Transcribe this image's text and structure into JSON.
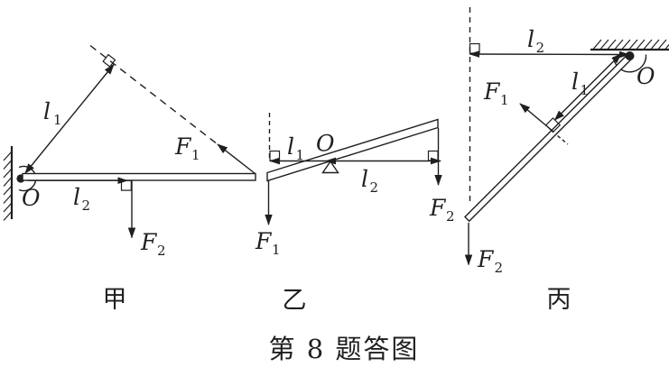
{
  "figure": {
    "caption": "第 8 题答图",
    "panels": [
      {
        "caption": "甲",
        "labels": {
          "pivot": "O",
          "l1": {
            "base": "l",
            "sub": "1"
          },
          "l2": {
            "base": "l",
            "sub": "2"
          },
          "f1": {
            "base": "F",
            "sub": "1"
          },
          "f2": {
            "base": "F",
            "sub": "2"
          }
        }
      },
      {
        "caption": "乙",
        "labels": {
          "pivot": "O",
          "l1": {
            "base": "l",
            "sub": "1"
          },
          "l2": {
            "base": "l",
            "sub": "2"
          },
          "f1": {
            "base": "F",
            "sub": "1"
          },
          "f2": {
            "base": "F",
            "sub": "2"
          }
        }
      },
      {
        "caption": "丙",
        "labels": {
          "pivot": "O",
          "l1": {
            "base": "l",
            "sub": "1"
          },
          "l2": {
            "base": "l",
            "sub": "2"
          },
          "f1": {
            "base": "F",
            "sub": "1"
          },
          "f2": {
            "base": "F",
            "sub": "2"
          }
        }
      }
    ]
  },
  "colors": {
    "ink": "#1f1f1f",
    "background": "#ffffff"
  }
}
